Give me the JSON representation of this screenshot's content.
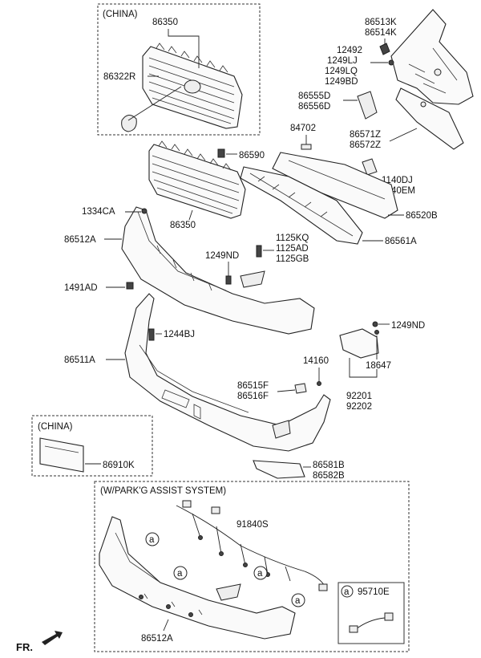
{
  "boxes": {
    "china_top": "(CHINA)",
    "china_mid": "(CHINA)",
    "park_assist": "(W/PARK'G ASSIST SYSTEM)"
  },
  "labels": {
    "p86350a": "86350",
    "p86322r": "86322R",
    "p86513k": "86513K",
    "p86514k": "86514K",
    "p12492": "12492",
    "p1249lj": "1249LJ",
    "p1249lq": "1249LQ",
    "p1249bd": "1249BD",
    "p86555d": "86555D",
    "p86556d": "86556D",
    "p84702": "84702",
    "p86571z": "86571Z",
    "p86572z": "86572Z",
    "p86590": "86590",
    "p1140dj": "1140DJ",
    "p1140em": "1140EM",
    "p86520b": "86520B",
    "p1334ca": "1334CA",
    "p86350b": "86350",
    "p86512a": "86512A",
    "p1125kq": "1125KQ",
    "p1125ad": "1125AD",
    "p1125gb": "1125GB",
    "p86561a": "86561A",
    "p1249nd_a": "1249ND",
    "p1491ad": "1491AD",
    "p1249nd_b": "1249ND",
    "p1244bj": "1244BJ",
    "p86511a": "86511A",
    "p14160": "14160",
    "p18647": "18647",
    "p86515f": "86515F",
    "p86516f": "86516F",
    "p92201": "92201",
    "p92202": "92202",
    "p86910k": "86910K",
    "p86581b": "86581B",
    "p86582b": "86582B",
    "p91840s": "91840S",
    "p95710e": "95710E",
    "p86512a_b": "86512A",
    "callout_a": "a",
    "fr": "FR."
  }
}
